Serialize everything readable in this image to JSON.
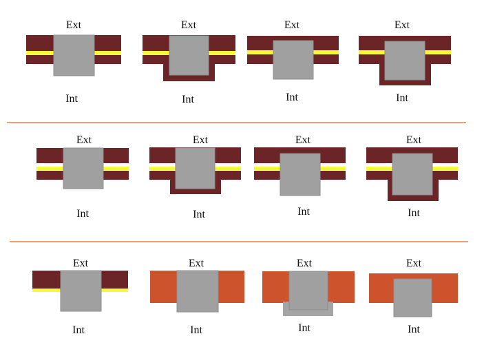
{
  "labels": {
    "exterior": "Ext",
    "interior": "Int"
  },
  "colors": {
    "wall_maroon": "#6b2527",
    "insulation_yellow": "#f8f83a",
    "wall_orange": "#cc532b",
    "element_gray": "#a0a0a0",
    "separator_orange": "#e8803e"
  },
  "rows": [
    {
      "wall_type": "maroon layered wall with yellow insulation",
      "panel_count": 4
    },
    {
      "wall_type": "maroon layered wall with white gap and yellow insulation",
      "panel_count": 4
    },
    {
      "wall_type": "maroon single-insulated wall and orange solid walls",
      "panel_count": 4
    }
  ]
}
